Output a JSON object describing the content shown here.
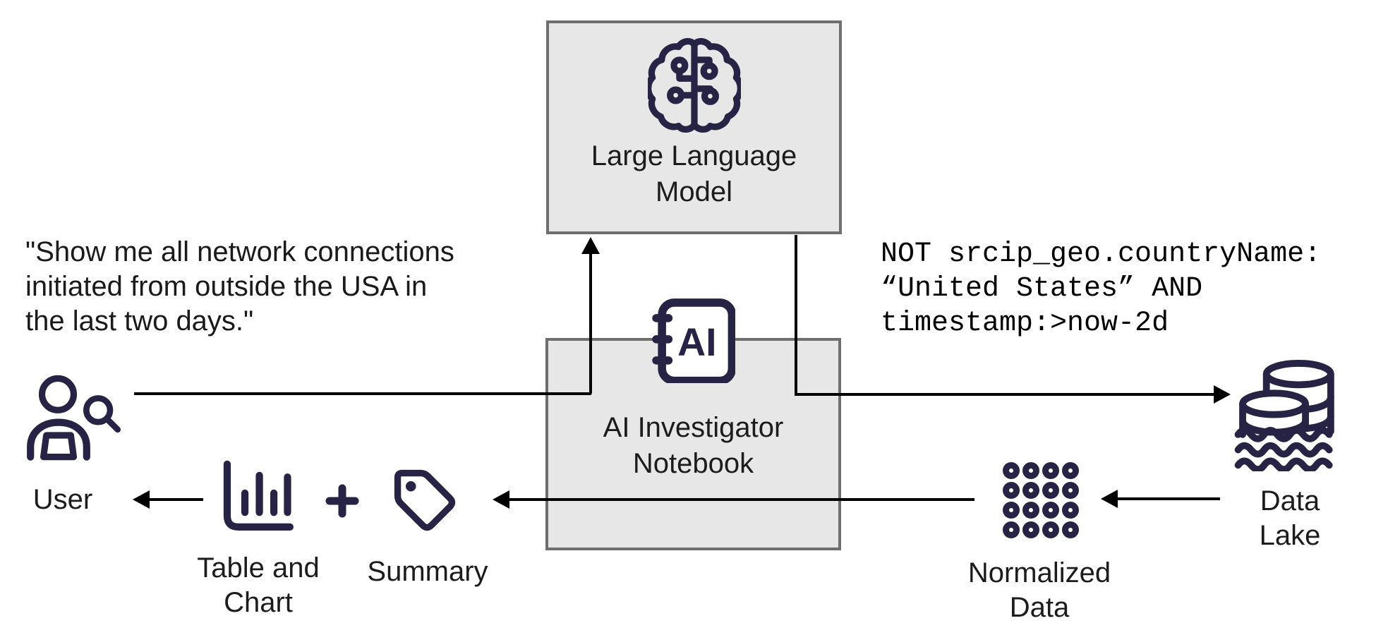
{
  "colors": {
    "icon_navy": "#272345",
    "box_fill": "#e7e7e7",
    "box_border": "#6f6f6f",
    "connector_black": "#000000",
    "text_dark": "#1c1c1c"
  },
  "llm": {
    "label": "Large Language\nModel"
  },
  "notebook": {
    "label": "AI Investigator\nNotebook",
    "icon_text": "AI"
  },
  "user": {
    "label": "User",
    "quote": "\"Show me all network connections\ninitiated from outside the USA in\nthe last two days.\""
  },
  "generated_query": {
    "text": "NOT srcip_geo.countryName:\n“United States” AND\ntimestamp:>now-2d"
  },
  "outputs": {
    "table_chart_label": "Table and\nChart",
    "plus_sign": "+",
    "summary_label": "Summary"
  },
  "normalized_data": {
    "label": "Normalized\nData"
  },
  "data_lake": {
    "label": "Data\nLake"
  }
}
